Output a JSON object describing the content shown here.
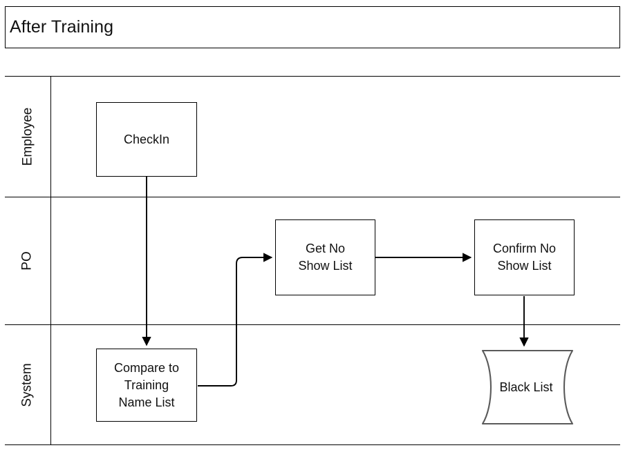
{
  "pool": {
    "title": "After Training"
  },
  "lanes": [
    {
      "id": "employee",
      "label": "Employee"
    },
    {
      "id": "po",
      "label": "PO"
    },
    {
      "id": "system",
      "label": "System"
    }
  ],
  "nodes": [
    {
      "id": "checkin",
      "label": "CheckIn",
      "lane": "employee",
      "shape": "task"
    },
    {
      "id": "get-no-show",
      "label": "Get No\nShow List",
      "lane": "po",
      "shape": "task"
    },
    {
      "id": "confirm-no-show",
      "label": "Confirm No\nShow List",
      "lane": "po",
      "shape": "task"
    },
    {
      "id": "compare",
      "label": "Compare to\nTraining\nName List",
      "lane": "system",
      "shape": "task"
    },
    {
      "id": "black-list",
      "label": "Black List",
      "lane": "system",
      "shape": "data-store"
    }
  ],
  "edges": [
    {
      "id": "checkin-to-compare",
      "from": "checkin",
      "to": "compare"
    },
    {
      "id": "compare-to-get-no-show",
      "from": "compare",
      "to": "get-no-show"
    },
    {
      "id": "get-no-show-to-confirm",
      "from": "get-no-show",
      "to": "confirm-no-show"
    },
    {
      "id": "confirm-to-black-list",
      "from": "confirm-no-show",
      "to": "black-list"
    }
  ],
  "colors": {
    "stroke": "#000000",
    "data_store_stroke": "#5a5a5a",
    "fill": "#ffffff",
    "text": "#111111",
    "background": "#ffffff"
  },
  "chart_data": {
    "type": "diagram",
    "diagram_type": "swimlane-flowchart",
    "title": "After Training",
    "lanes": [
      "Employee",
      "PO",
      "System"
    ],
    "nodes": [
      {
        "label": "CheckIn",
        "lane": "Employee",
        "shape": "rectangle"
      },
      {
        "label": "Compare to Training Name List",
        "lane": "System",
        "shape": "rectangle"
      },
      {
        "label": "Get No Show List",
        "lane": "PO",
        "shape": "rectangle"
      },
      {
        "label": "Confirm No Show List",
        "lane": "PO",
        "shape": "rectangle"
      },
      {
        "label": "Black List",
        "lane": "System",
        "shape": "data-store"
      }
    ],
    "flow": [
      "CheckIn -> Compare to Training Name List",
      "Compare to Training Name List -> Get No Show List",
      "Get No Show List -> Confirm No Show List",
      "Confirm No Show List -> Black List"
    ]
  }
}
